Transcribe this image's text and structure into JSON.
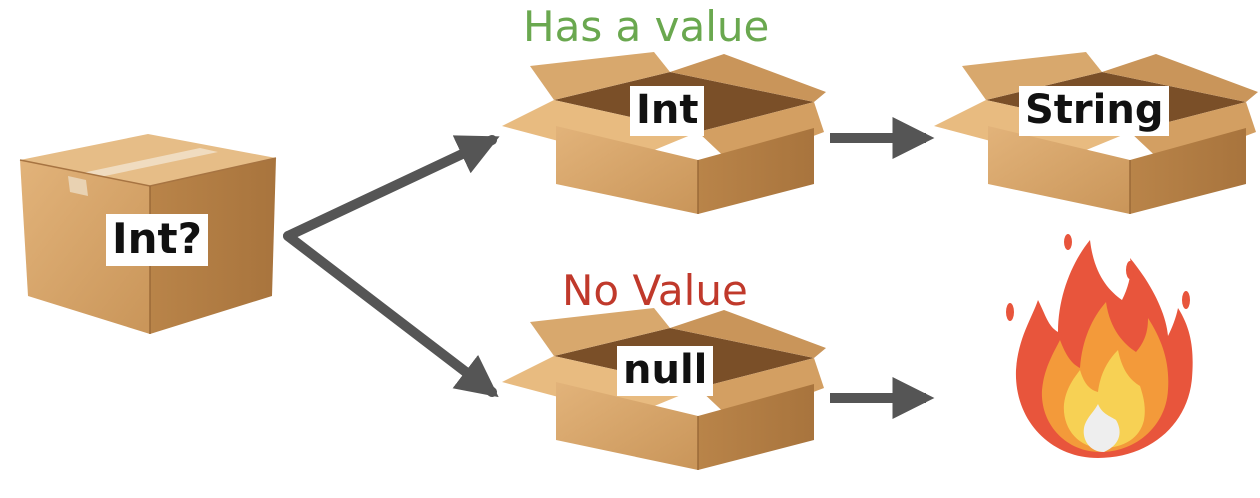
{
  "captions": {
    "has_value": "Has a value",
    "no_value": "No Value"
  },
  "boxes": {
    "source": "Int?",
    "has_value_box": "Int",
    "result_box": "String",
    "no_value_box": "null"
  },
  "icons": {
    "closed_box": "closed-box-icon",
    "open_box": "open-box-icon",
    "fire": "fire-icon",
    "arrow": "arrow-right-icon"
  },
  "colors": {
    "has_value": "#6aa84f",
    "no_value": "#c0392b",
    "arrow": "#555555",
    "cardboard": "#d9a86c",
    "fire_outer": "#e8553c",
    "fire_mid": "#f39a3a",
    "fire_inner": "#f7d154"
  }
}
